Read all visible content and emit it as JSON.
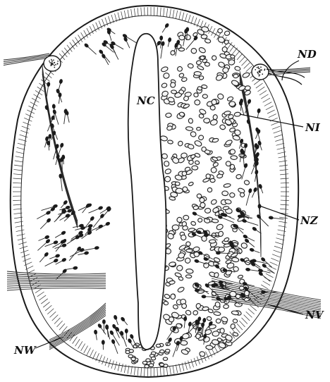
{
  "figure": {
    "labels": {
      "nc": "NC",
      "nd": "ND",
      "ni": "NI",
      "nz": "NZ",
      "nv": "NV",
      "nw": "NW"
    }
  },
  "colors": {
    "ink": "#1a1a1a",
    "paper": "#ffffff"
  }
}
